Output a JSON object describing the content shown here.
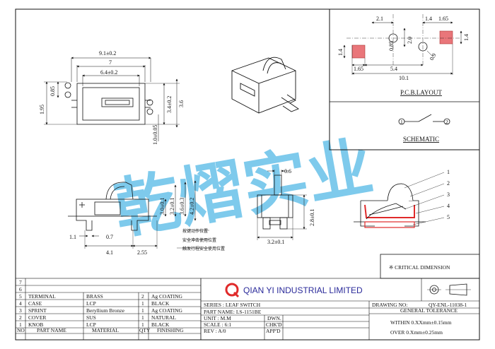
{
  "dims": {
    "w_total": "9.1±0.2",
    "w_mid": "7",
    "w_inner": "6.4±0.2",
    "d_085": "0.85",
    "d_195": "1.95",
    "h_34": "3.4±0.2",
    "h_36": "3.6",
    "h_105": "1.0±0.05",
    "top_06": "0.6",
    "h_30": "3.0±0.1",
    "h_32": "3.2±0.1",
    "h_36b": "3.6±0.3",
    "h_42": "4.2±0.2",
    "d_11": "1.1",
    "d_07": "0.7",
    "w_41": "4.1",
    "w_255": "2.55",
    "h_28": "2.8±0.1",
    "w_32": "3.2±0.1"
  },
  "notes": {
    "n1": "按键动作位置",
    "n2": "安全冲击使用位置",
    "n3": "触发行程安全使用位置"
  },
  "pcb": {
    "d21": "2.1",
    "d14": "1.4",
    "d165": "1.65",
    "d085": "0.85",
    "d20": "2.0",
    "d09": "0.9",
    "d14b": "1.4",
    "d165b": "1.65",
    "d54": "5.4",
    "d101": "10.1",
    "title": "P.C.B.LAYOUT"
  },
  "schematic": {
    "title": "SCHEMATIC"
  },
  "balloons": [
    "1",
    "2",
    "3",
    "4",
    "5"
  ],
  "critical": "※ CRITICAL DIMENSION",
  "watermark": "乾熠实业",
  "company": "QIAN YI INDUSTRIAL LIMITED",
  "bom": {
    "blank_rows": [
      "7",
      "6"
    ],
    "rows": [
      {
        "no": "5",
        "part": "TERMINAL",
        "material": "BRASS",
        "qty": "2",
        "finish": "Ag COATING"
      },
      {
        "no": "4",
        "part": "CASE",
        "material": "LCP",
        "qty": "1",
        "finish": "BLACK"
      },
      {
        "no": "3",
        "part": "SPRINT",
        "material": "Beryllium Bronze",
        "qty": "1",
        "finish": "Ag COATING"
      },
      {
        "no": "2",
        "part": "COVER",
        "material": "SUS",
        "qty": "1",
        "finish": "NATURAL"
      },
      {
        "no": "1",
        "part": "KNOB",
        "material": "LCP",
        "qty": "1",
        "finish": "BLACK"
      }
    ],
    "header": {
      "no": "NO",
      "part": "PART NAME",
      "material": "MATERIAL",
      "qty": "QTY",
      "finish": "FINISHING"
    }
  },
  "title_block": {
    "series": "SERIES : LEAF SWITCH",
    "part_name": "PART NAME: LS-1151BE",
    "unit": "UNIT : M.M",
    "scale": "SCALE : 6:1",
    "rev": "REV   : A/0",
    "dwn": "DWN.",
    "chkd": "CHK'D",
    "appd": "APP'D",
    "drawing_no": "DRAWING NO:",
    "drawing_val": "QY-ENL-11038-1",
    "general_tol": "GENERAL TOLERANCE",
    "within": "WITHIN 0.XXmm±0.15mm",
    "over": "OVER   0.Xmm±0.25mm"
  }
}
